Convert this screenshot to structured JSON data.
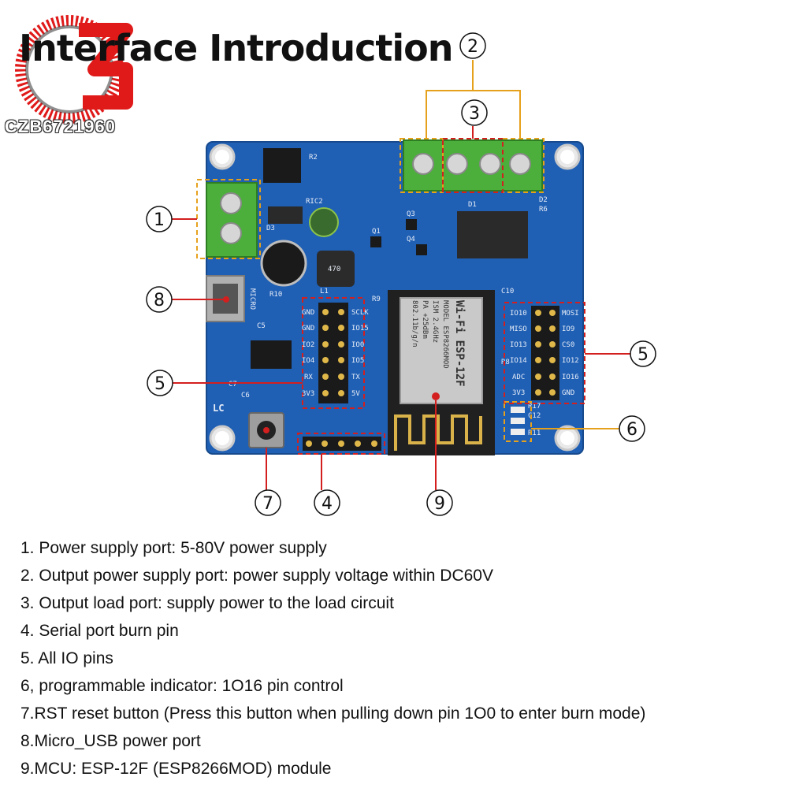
{
  "page": {
    "title": "Interface Introduction",
    "watermark": "CZB6721960",
    "colors": {
      "board": "#1f5fb4",
      "terminal": "#4caf3b",
      "callout_red": "#d41f1f",
      "callout_yellow": "#e6a11c"
    }
  },
  "callouts": [
    "1",
    "2",
    "3",
    "4",
    "5",
    "5",
    "6",
    "7",
    "8",
    "9"
  ],
  "silkscreen": {
    "left_header_left": [
      "GND",
      "GND",
      "IO2",
      "IO4",
      "RX",
      "3V3"
    ],
    "left_header_right": [
      "SCLK",
      "IO15",
      "IO0",
      "IO5",
      "TX",
      "5V"
    ],
    "right_header_left": [
      "IO10",
      "MISO",
      "IO13",
      "IO14",
      "ADC",
      "3V3"
    ],
    "right_header_right": [
      "MOSI",
      "IO9",
      "CS0",
      "IO12",
      "IO16",
      "GND"
    ],
    "components": [
      "R2",
      "RIC2",
      "D3",
      "Q3",
      "Q1",
      "Q4",
      "D1",
      "D2",
      "R6",
      "470",
      "L1",
      "R10",
      "C5",
      "C7",
      "C6",
      "R9",
      "C10",
      "R8",
      "R17",
      "C12",
      "R11",
      "LC",
      "MICRO"
    ]
  },
  "module": {
    "lines": [
      "Wi-Fi ESP-12F",
      "MODEL ESP8266MOD",
      "ISM 2.4GHz",
      "PA +25dBm",
      "802.11b/g/n"
    ]
  },
  "descriptions": [
    "1. Power supply port: 5-80V power supply",
    "2. Output power supply port: power supply voltage within DC60V",
    "3. Output load port: supply power to the load circuit",
    "4. Serial port burn pin",
    "5. All IO pins",
    "6, programmable indicator: 1O16 pin control",
    "7.RST reset button (Press this button when pulling down pin 1O0 to enter burn mode)",
    "8.Micro_USB power port",
    "9.MCU: ESP-12F (ESP8266MOD) module"
  ]
}
